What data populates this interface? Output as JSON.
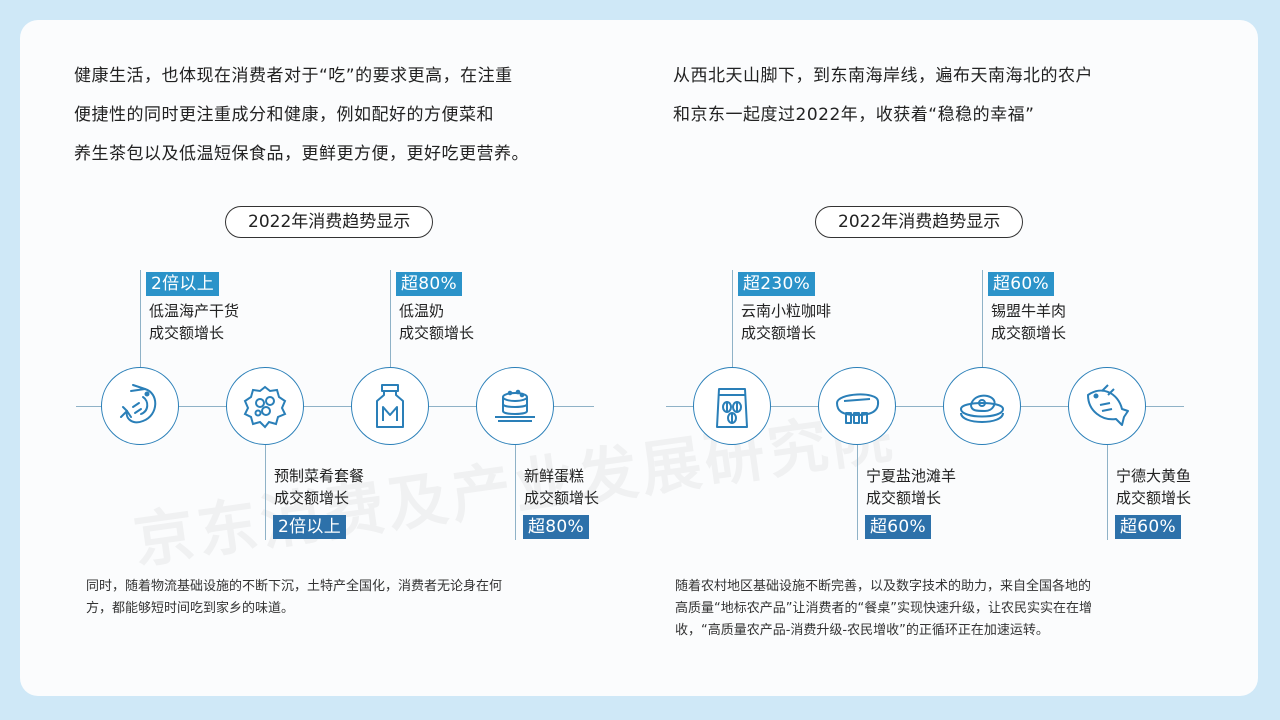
{
  "left": {
    "intro": [
      "健康生活，也体现在消费者对于“吃”的要求更高，在注重",
      "便捷性的同时更注重成分和健康，例如配好的方便菜和",
      "养生茶包以及低温短保食品，更鲜更方便，更好吃更营养。"
    ],
    "title": "2022年消费趋势显示",
    "items": [
      {
        "value": "2倍以上",
        "line1": "低温海产干货",
        "line2": "成交额增长",
        "icon": "shrimp-icon"
      },
      {
        "value": "2倍以上",
        "line1": "预制菜肴套餐",
        "line2": "成交额增长",
        "icon": "broccoli-icon"
      },
      {
        "value": "超80%",
        "line1": "低温奶",
        "line2": "成交额增长",
        "icon": "milk-bottle-icon"
      },
      {
        "value": "超80%",
        "line1": "新鲜蛋糕",
        "line2": "成交额增长",
        "icon": "cake-icon"
      }
    ],
    "note": [
      "同时，随着物流基础设施的不断下沉，土特产全国化，消费者无论身在何",
      "方，都能够短时间吃到家乡的味道。"
    ]
  },
  "right": {
    "intro": [
      "从西北天山脚下，到东南海岸线，遍布天南海北的农户",
      "和京东一起度过2022年，收获着“稳稳的幸福”"
    ],
    "title": "2022年消费趋势显示",
    "items": [
      {
        "value": "超230%",
        "line1": "云南小粒咖啡",
        "line2": "成交额增长",
        "icon": "coffee-bag-icon"
      },
      {
        "value": "超60%",
        "line1": "宁夏盐池滩羊",
        "line2": "成交额增长",
        "icon": "lamb-ribs-icon"
      },
      {
        "value": "超60%",
        "line1": "锡盟牛羊肉",
        "line2": "成交额增长",
        "icon": "steak-icon"
      },
      {
        "value": "超60%",
        "line1": "宁德大黄鱼",
        "line2": "成交额增长",
        "icon": "fish-icon"
      }
    ],
    "note": [
      "随着农村地区基础设施不断完善，以及数字技术的助力，来自全国各地的",
      "高质量“地标农产品”让消费者的“餐桌”实现快速升级，让农民实实在在增",
      "收，“高质量农产品-消费升级-农民增收”的正循环正在加速运转。"
    ]
  },
  "watermark": "京东消费及产业发展研究院",
  "colors": {
    "accent": "#2b93c9",
    "accent_dark": "#2d71aa",
    "line": "#8fb2c7"
  }
}
